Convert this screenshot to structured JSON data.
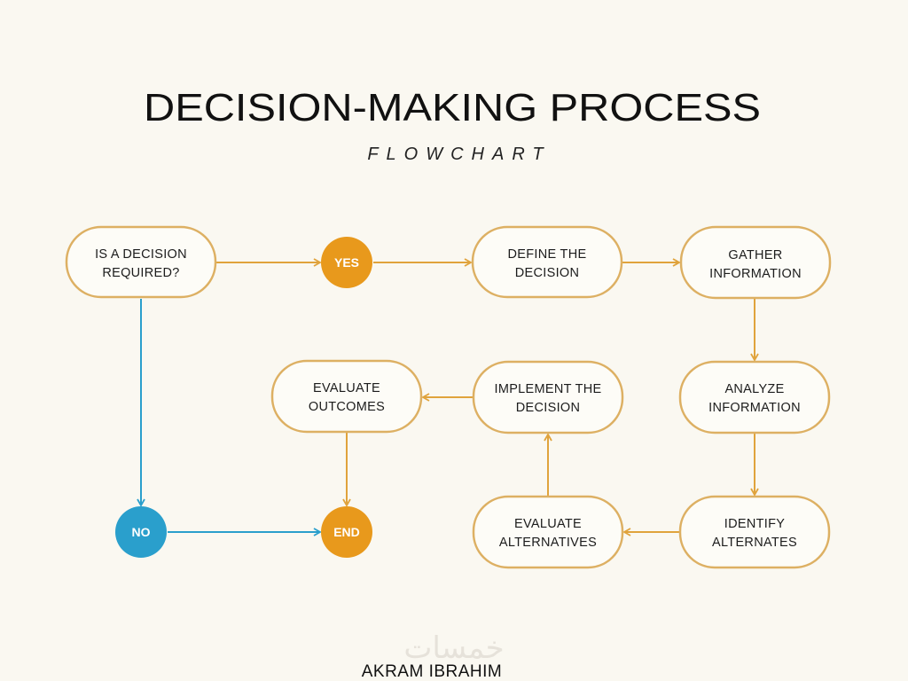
{
  "title": "DECISION-MAKING PROCESS",
  "subtitle": "FLOWCHART",
  "author": "AKRAM IBRAHIM",
  "watermark": "خمسات",
  "colors": {
    "orange": "#e8991c",
    "blue": "#2a9fcc",
    "box_border": "#ddb063",
    "background": "#faf8f1"
  },
  "nodes": {
    "question": [
      "IS A DECISION",
      "REQUIRED?"
    ],
    "yes": "YES",
    "no": "NO",
    "end": "END",
    "define": [
      "DEFINE THE",
      "DECISION"
    ],
    "gather": [
      "GATHER",
      "INFORMATION"
    ],
    "analyze": [
      "ANALYZE",
      "INFORMATION"
    ],
    "identify": [
      "IDENTIFY",
      "ALTERNATES"
    ],
    "evaluate_alternatives": [
      "EVALUATE",
      "ALTERNATIVES"
    ],
    "implement": [
      "IMPLEMENT THE",
      "DECISION"
    ],
    "evaluate_outcomes": [
      "EVALUATE",
      "OUTCOMES"
    ]
  }
}
